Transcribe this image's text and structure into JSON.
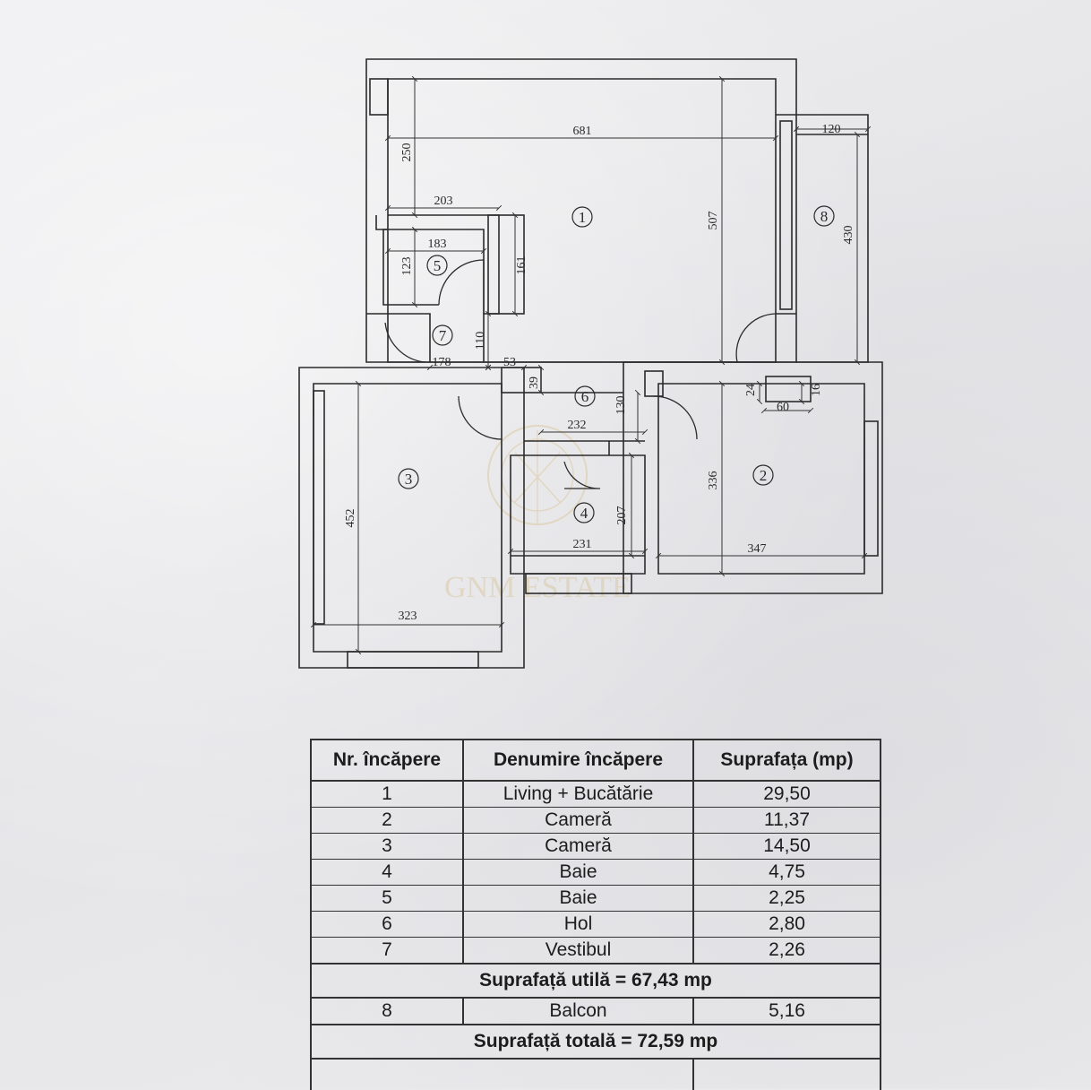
{
  "plan": {
    "dimensions": {
      "living_width": "681",
      "living_depth": "507",
      "bath5_outer_depth": "250",
      "bath5_outer_width": "203",
      "bath5_width": "183",
      "bath5_depth": "123",
      "bath5_side": "161",
      "vestibul_depth": "110",
      "vestibul_width": "178",
      "hall_stub": "53",
      "hall_stub2": "39",
      "balcony_width": "120",
      "balcony_length": "430",
      "hall_width": "232",
      "hall_depth": "130",
      "bath4_width": "231",
      "bath4_depth": "207",
      "room2_width": "347",
      "room2_depth": "336",
      "room2_niche_w": "60",
      "room2_niche_d1": "24",
      "room2_niche_d2": "16",
      "room3_width": "323",
      "room3_depth": "452"
    },
    "room_numbers": [
      "1",
      "2",
      "3",
      "4",
      "5",
      "6",
      "7",
      "8"
    ]
  },
  "table": {
    "headers": [
      "Nr. încăpere",
      "Denumire încăpere",
      "Suprafața (mp)"
    ],
    "rows": [
      {
        "nr": "1",
        "name": "Living + Bucătărie",
        "area": "29,50"
      },
      {
        "nr": "2",
        "name": "Cameră",
        "area": "11,37"
      },
      {
        "nr": "3",
        "name": "Cameră",
        "area": "14,50"
      },
      {
        "nr": "4",
        "name": "Baie",
        "area": "4,75"
      },
      {
        "nr": "5",
        "name": "Baie",
        "area": "2,25"
      },
      {
        "nr": "6",
        "name": "Hol",
        "area": "2,80"
      },
      {
        "nr": "7",
        "name": "Vestibul",
        "area": "2,26"
      }
    ],
    "useful_total": "Suprafață utilă = 67,43 mp",
    "balcony_row": {
      "nr": "8",
      "name": "Balcon",
      "area": "5,16"
    },
    "grand_total": "Suprafață totală = 72,59 mp"
  },
  "watermark": {
    "brand": "GNM ESTATE"
  }
}
